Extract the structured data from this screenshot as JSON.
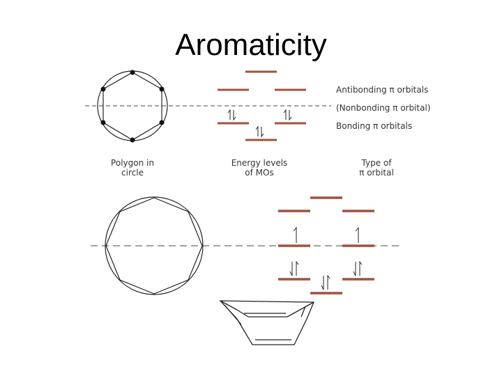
{
  "title": "Aromaticity",
  "orbital_types": {
    "antibonding": "Antibonding π orbitals",
    "nonbonding": "(Nonbonding π orbital)",
    "bonding": "Bonding π orbitals"
  },
  "captions": {
    "polygon_line1": "Polygon in",
    "polygon_line2": "circle",
    "energy_line1": "Energy levels",
    "energy_line2": "of MOs",
    "type_line1": "Type of",
    "type_line2": "π orbital"
  },
  "colors": {
    "level": "#a0523d",
    "line": "#222222",
    "dashed": "#444444"
  }
}
